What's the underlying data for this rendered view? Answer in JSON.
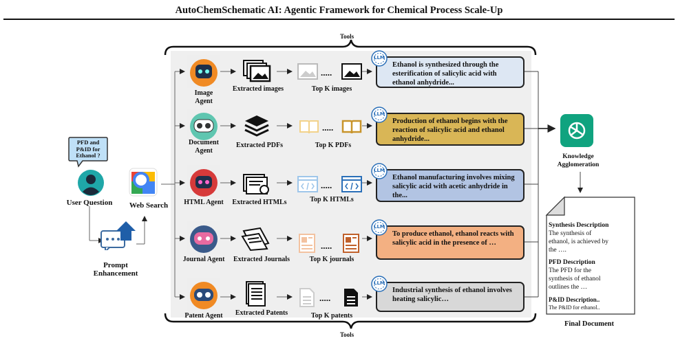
{
  "title": "AutoChemSchematic AI: Agentic Framework for Chemical Process Scale-Up",
  "tools_label_top": "Tools",
  "tools_label_bottom": "Tools",
  "user": {
    "bubble_line1": "PFD and",
    "bubble_line2": "P&ID for",
    "bubble_line3": "Ethanol ?",
    "label": "User Question"
  },
  "prompt_enhancement": {
    "line1": "Prompt",
    "line2": "Enhancement"
  },
  "web_search": {
    "label": "Web Search"
  },
  "agents": [
    {
      "name_line1": "Image",
      "name_line2": "Agent",
      "extracted": "Extracted images",
      "topk": "Top K images",
      "dots": ".....",
      "llm": "LLM",
      "bubble": "Ethanol is synthesized through the esterification of salicylic acid with ethanol anhydride...",
      "bubble_color": "#dde7f3"
    },
    {
      "name_line1": "Document",
      "name_line2": "Agent",
      "extracted": "Extracted PDFs",
      "topk": "Top K PDFs",
      "dots": ".....",
      "llm": "LLM",
      "bubble": "Production of ethanol begins with the reaction of salicylic acid and ethanol anhydride...",
      "bubble_color": "#d9b656"
    },
    {
      "name_line1": "HTML Agent",
      "name_line2": "",
      "extracted": "Extracted HTMLs",
      "topk": "Top K HTMLs",
      "dots": ".....",
      "llm": "LLM",
      "bubble": "Ethanol manufacturing involves mixing salicylic acid with acetic anhydride in the...",
      "bubble_color": "#b2c4e3"
    },
    {
      "name_line1": "Journal Agent",
      "name_line2": "",
      "extracted": "Extracted Journals",
      "topk": "Top K journals",
      "dots": ".....",
      "llm": "LLM",
      "bubble": "To produce ethanol, ethanol reacts with salicylic acid in the presence of …",
      "bubble_color": "#f3b082"
    },
    {
      "name_line1": "Patent Agent",
      "name_line2": "",
      "extracted": "Extracted Patents",
      "topk": "Top K patents",
      "dots": ".....",
      "llm": "LLM",
      "bubble": "Industrial synthesis of ethanol involves heating salicylic…",
      "bubble_color": "#d8d8d8"
    }
  ],
  "knowledge": {
    "line1": "Knowledge",
    "line2": "Agglomeration"
  },
  "final_document": {
    "label": "Final Document",
    "synthesis_heading": "Synthesis Description",
    "synthesis_body_1": "The synthesis of",
    "synthesis_body_2": "ethanol, is achieved by",
    "synthesis_body_3": "the ….",
    "pfd_heading": "PFD Description",
    "pfd_body_1": "The PFD for the",
    "pfd_body_2": "synthesis of ethanol",
    "pfd_body_3": "outlines the …",
    "pid_heading": "P&ID Description..",
    "pid_body": "The P&ID for ethanol.."
  },
  "icons": [
    "user-icon",
    "speech-bubble-icon",
    "prompt-enhancement-icon",
    "google-search-icon",
    "robot-icon",
    "image-stack-icon",
    "image-icon",
    "pdf-stack-icon",
    "book-icon",
    "html-stack-icon",
    "code-window-icon",
    "newspaper-icon",
    "patent-document-icon",
    "llm-brain-icon",
    "chatgpt-icon",
    "document-icon"
  ]
}
